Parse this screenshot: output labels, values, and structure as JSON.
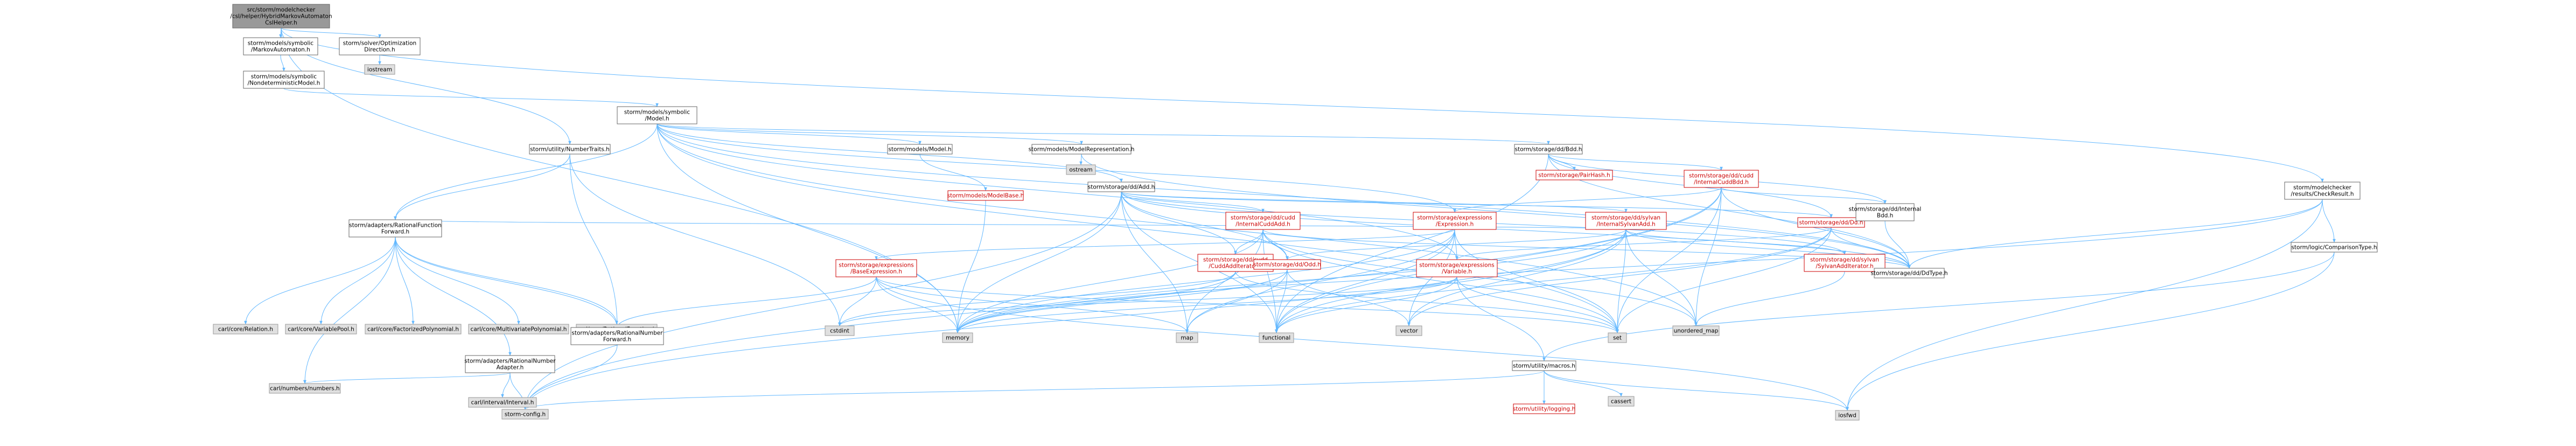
{
  "colors": {
    "root_fill": "#999999",
    "node_fill": "#ffffff",
    "node_border": "#666666",
    "external_fill": "#e0e0e0",
    "external_border": "#999999",
    "red_text": "#cc0000",
    "text": "#000000",
    "edge": "#63b8ff"
  },
  "nodes": [
    {
      "id": "root",
      "kind": "root",
      "lines": [
        "src/storm/modelchecker",
        "/csl/helper/HybridMarkovAutomaton",
        "CslHelper.h"
      ]
    },
    {
      "id": "symbolic_ma",
      "kind": "normal",
      "lines": [
        "storm/models/symbolic",
        "/MarkovAutomaton.h"
      ]
    },
    {
      "id": "opt_dir",
      "kind": "normal",
      "lines": [
        "storm/solver/Optimization",
        "Direction.h"
      ]
    },
    {
      "id": "ostream1",
      "kind": "external",
      "lines": [
        "iostream"
      ]
    },
    {
      "id": "nondet",
      "kind": "normal",
      "lines": [
        "storm/models/symbolic",
        "/NondeterministicModel.h"
      ]
    },
    {
      "id": "sym_model",
      "kind": "normal",
      "lines": [
        "storm/models/symbolic",
        "/Model.h"
      ]
    },
    {
      "id": "num_traits",
      "kind": "normal",
      "lines": [
        "storm/utility/NumberTraits.h"
      ]
    },
    {
      "id": "models_model",
      "kind": "normal",
      "lines": [
        "storm/models/Model.h"
      ]
    },
    {
      "id": "model_repr",
      "kind": "normal",
      "lines": [
        "storm/models/ModelRepresentation.h"
      ]
    },
    {
      "id": "ostream2",
      "kind": "external",
      "lines": [
        "ostream"
      ]
    },
    {
      "id": "dd_bdd",
      "kind": "normal",
      "lines": [
        "storm/storage/dd/Bdd.h"
      ]
    },
    {
      "id": "dd_add",
      "kind": "normal",
      "lines": [
        "storm/storage/dd/Add.h"
      ]
    },
    {
      "id": "check_result",
      "kind": "normal",
      "lines": [
        "storm/modelchecker",
        "/results/CheckResult.h"
      ]
    },
    {
      "id": "model_base",
      "kind": "red",
      "lines": [
        "storm/models/ModelBase.h"
      ]
    },
    {
      "id": "perm_hash",
      "kind": "red",
      "lines": [
        "storm/storage/PairHash.h"
      ]
    },
    {
      "id": "int_cudd_bdd",
      "kind": "red",
      "lines": [
        "storm/storage/dd/cudd",
        "/InternalCuddBdd.h"
      ]
    },
    {
      "id": "rat_fn_fwd",
      "kind": "normal",
      "lines": [
        "storm/adapters/RationalFunction",
        "Forward.h"
      ]
    },
    {
      "id": "int_cudd_add",
      "kind": "red",
      "lines": [
        "storm/storage/dd/cudd",
        "/InternalCuddAdd.h"
      ]
    },
    {
      "id": "expr",
      "kind": "red",
      "lines": [
        "storm/storage/expressions",
        "/Expression.h"
      ]
    },
    {
      "id": "int_sylvan_add",
      "kind": "red",
      "lines": [
        "storm/storage/dd/sylvan",
        "/InternalSylvanAdd.h"
      ]
    },
    {
      "id": "dd_dd",
      "kind": "red",
      "lines": [
        "storm/storage/dd/Dd.h"
      ]
    },
    {
      "id": "int_bdd",
      "kind": "normal",
      "lines": [
        "storm/storage/dd/Internal",
        "Bdd.h"
      ]
    },
    {
      "id": "cmp_type",
      "kind": "normal",
      "lines": [
        "storm/logic/ComparisonType.h"
      ]
    },
    {
      "id": "cudd_add_iter",
      "kind": "red",
      "lines": [
        "storm/storage/dd/cudd",
        "/CuddAddIterator.h"
      ]
    },
    {
      "id": "base_expr",
      "kind": "red",
      "lines": [
        "storm/storage/expressions",
        "/BaseExpression.h"
      ]
    },
    {
      "id": "dd_odd",
      "kind": "red",
      "lines": [
        "storm/storage/dd/Odd.h"
      ]
    },
    {
      "id": "variable",
      "kind": "red",
      "lines": [
        "storm/storage/expressions",
        "/Variable.h"
      ]
    },
    {
      "id": "sylvan_add_iter",
      "kind": "red",
      "lines": [
        "storm/storage/dd/sylvan",
        "/SylvanAddIterator.h"
      ]
    },
    {
      "id": "dd_type",
      "kind": "normal",
      "lines": [
        "storm/storage/dd/DdType.h"
      ]
    },
    {
      "id": "carl_relation",
      "kind": "external",
      "lines": [
        "carl/core/Relation.h"
      ]
    },
    {
      "id": "carl_varpool",
      "kind": "external",
      "lines": [
        "carl/core/VariablePool.h"
      ]
    },
    {
      "id": "carl_factpoly",
      "kind": "external",
      "lines": [
        "carl/core/FactorizedPolynomial.h"
      ]
    },
    {
      "id": "carl_multipoly",
      "kind": "external",
      "lines": [
        "carl/core/MultivariatePolynomial.h"
      ]
    },
    {
      "id": "carl_ratfn",
      "kind": "external",
      "lines": [
        "carl/core/RationalFunction.h"
      ]
    },
    {
      "id": "rat_num_adapter",
      "kind": "normal",
      "lines": [
        "storm/adapters/RationalNumber",
        "Adapter.h"
      ]
    },
    {
      "id": "rat_num_fwd",
      "kind": "normal",
      "lines": [
        "storm/adapters/RationalNumber",
        "Forward.h"
      ]
    },
    {
      "id": "cstdint",
      "kind": "external",
      "lines": [
        "cstdint"
      ]
    },
    {
      "id": "memory",
      "kind": "external",
      "lines": [
        "memory"
      ]
    },
    {
      "id": "map",
      "kind": "external",
      "lines": [
        "map"
      ]
    },
    {
      "id": "functional",
      "kind": "external",
      "lines": [
        "functional"
      ]
    },
    {
      "id": "vector",
      "kind": "external",
      "lines": [
        "vector"
      ]
    },
    {
      "id": "set",
      "kind": "external",
      "lines": [
        "set"
      ]
    },
    {
      "id": "unordered_map",
      "kind": "external",
      "lines": [
        "unordered_map"
      ]
    },
    {
      "id": "macros",
      "kind": "normal",
      "lines": [
        "storm/utility/macros.h"
      ]
    },
    {
      "id": "carl_numbers",
      "kind": "external",
      "lines": [
        "carl/numbers/numbers.h"
      ]
    },
    {
      "id": "carl_interval",
      "kind": "external",
      "lines": [
        "carl/interval/Interval.h"
      ]
    },
    {
      "id": "storm_config",
      "kind": "external",
      "lines": [
        "storm-config.h"
      ]
    },
    {
      "id": "logging",
      "kind": "red",
      "lines": [
        "storm/utility/logging.h"
      ]
    },
    {
      "id": "cassert",
      "kind": "external",
      "lines": [
        "cassert"
      ]
    },
    {
      "id": "iosfwd",
      "kind": "external",
      "lines": [
        "iosfwd"
      ]
    }
  ],
  "edges": [
    [
      "root",
      "symbolic_ma"
    ],
    [
      "root",
      "opt_dir"
    ],
    [
      "root",
      "num_traits"
    ],
    [
      "root",
      "check_result"
    ],
    [
      "root",
      "memory"
    ],
    [
      "symbolic_ma",
      "nondet"
    ],
    [
      "opt_dir",
      "ostream1"
    ],
    [
      "nondet",
      "sym_model"
    ],
    [
      "sym_model",
      "models_model"
    ],
    [
      "sym_model",
      "model_repr"
    ],
    [
      "sym_model",
      "dd_bdd"
    ],
    [
      "sym_model",
      "dd_add"
    ],
    [
      "sym_model",
      "rat_fn_fwd"
    ],
    [
      "sym_model",
      "expr"
    ],
    [
      "sym_model",
      "variable"
    ],
    [
      "sym_model",
      "memory"
    ],
    [
      "sym_model",
      "set"
    ],
    [
      "sym_model",
      "unordered_map"
    ],
    [
      "sym_model",
      "dd_type"
    ],
    [
      "models_model",
      "model_base"
    ],
    [
      "model_base",
      "memory"
    ],
    [
      "model_repr",
      "ostream2"
    ],
    [
      "model_repr",
      "dd_type"
    ],
    [
      "dd_bdd",
      "perm_hash"
    ],
    [
      "dd_bdd",
      "int_cudd_bdd"
    ],
    [
      "dd_bdd",
      "dd_dd"
    ],
    [
      "dd_bdd",
      "int_bdd"
    ],
    [
      "dd_bdd",
      "dd_type"
    ],
    [
      "dd_bdd",
      "functional"
    ],
    [
      "int_cudd_bdd",
      "int_bdd"
    ],
    [
      "int_cudd_bdd",
      "dd_type"
    ],
    [
      "int_cudd_bdd",
      "expr"
    ],
    [
      "int_cudd_bdd",
      "unordered_map"
    ],
    [
      "int_cudd_bdd",
      "set"
    ],
    [
      "int_cudd_bdd",
      "functional"
    ],
    [
      "int_cudd_bdd",
      "storm_config"
    ],
    [
      "int_bdd",
      "dd_type"
    ],
    [
      "dd_add",
      "int_cudd_add"
    ],
    [
      "dd_add",
      "int_sylvan_add"
    ],
    [
      "dd_add",
      "dd_dd"
    ],
    [
      "dd_add",
      "dd_odd"
    ],
    [
      "dd_add",
      "cudd_add_iter"
    ],
    [
      "dd_add",
      "sylvan_add_iter"
    ],
    [
      "dd_add",
      "dd_type"
    ],
    [
      "dd_add",
      "map"
    ],
    [
      "dd_add",
      "functional"
    ],
    [
      "dd_add",
      "memory"
    ],
    [
      "dd_add",
      "storm_config"
    ],
    [
      "int_cudd_add",
      "dd_odd"
    ],
    [
      "int_cudd_add",
      "cudd_add_iter"
    ],
    [
      "int_cudd_add",
      "memory"
    ],
    [
      "int_cudd_add",
      "map"
    ],
    [
      "int_cudd_add",
      "set"
    ],
    [
      "int_cudd_add",
      "unordered_map"
    ],
    [
      "int_cudd_add",
      "functional"
    ],
    [
      "int_cudd_add",
      "dd_type"
    ],
    [
      "int_sylvan_add",
      "dd_odd"
    ],
    [
      "int_sylvan_add",
      "sylvan_add_iter"
    ],
    [
      "int_sylvan_add",
      "rat_fn_fwd"
    ],
    [
      "int_sylvan_add",
      "memory"
    ],
    [
      "int_sylvan_add",
      "set"
    ],
    [
      "int_sylvan_add",
      "unordered_map"
    ],
    [
      "int_sylvan_add",
      "functional"
    ],
    [
      "int_sylvan_add",
      "vector"
    ],
    [
      "int_sylvan_add",
      "storm_config"
    ],
    [
      "int_sylvan_add",
      "dd_type"
    ],
    [
      "dd_dd",
      "dd_type"
    ],
    [
      "dd_dd",
      "variable"
    ],
    [
      "dd_dd",
      "set"
    ],
    [
      "dd_dd",
      "vector"
    ],
    [
      "dd_dd",
      "functional"
    ],
    [
      "expr",
      "base_expr"
    ],
    [
      "expr",
      "variable"
    ],
    [
      "expr",
      "memory"
    ],
    [
      "expr",
      "map"
    ],
    [
      "expr",
      "functional"
    ],
    [
      "expr",
      "vector"
    ],
    [
      "expr",
      "set"
    ],
    [
      "base_expr",
      "memory"
    ],
    [
      "base_expr",
      "set"
    ],
    [
      "base_expr",
      "map"
    ],
    [
      "base_expr",
      "cstdint"
    ],
    [
      "base_expr",
      "iosfwd"
    ],
    [
      "base_expr",
      "rat_num_fwd"
    ],
    [
      "variable",
      "memory"
    ],
    [
      "variable",
      "cstdint"
    ],
    [
      "variable",
      "functional"
    ],
    [
      "variable",
      "set"
    ],
    [
      "variable",
      "macros"
    ],
    [
      "dd_odd",
      "memory"
    ],
    [
      "dd_odd",
      "map"
    ],
    [
      "dd_odd",
      "vector"
    ],
    [
      "dd_odd",
      "functional"
    ],
    [
      "cudd_add_iter",
      "memory"
    ],
    [
      "cudd_add_iter",
      "cstdint"
    ],
    [
      "cudd_add_iter",
      "set"
    ],
    [
      "sylvan_add_iter",
      "unordered_map"
    ],
    [
      "sylvan_add_iter",
      "dd_type"
    ],
    [
      "check_result",
      "cmp_type"
    ],
    [
      "check_result",
      "memory"
    ],
    [
      "check_result",
      "iosfwd"
    ],
    [
      "check_result",
      "dd_type"
    ],
    [
      "cmp_type",
      "macros"
    ],
    [
      "cmp_type",
      "iosfwd"
    ],
    [
      "num_traits",
      "rat_fn_fwd"
    ],
    [
      "num_traits",
      "rat_num_fwd"
    ],
    [
      "num_traits",
      "cstdint"
    ],
    [
      "rat_fn_fwd",
      "carl_relation"
    ],
    [
      "rat_fn_fwd",
      "carl_varpool"
    ],
    [
      "rat_fn_fwd",
      "carl_factpoly"
    ],
    [
      "rat_fn_fwd",
      "carl_multipoly"
    ],
    [
      "rat_fn_fwd",
      "carl_ratfn"
    ],
    [
      "rat_fn_fwd",
      "rat_num_adapter"
    ],
    [
      "rat_fn_fwd",
      "rat_num_fwd"
    ],
    [
      "rat_fn_fwd",
      "carl_numbers"
    ],
    [
      "rat_num_adapter",
      "carl_numbers"
    ],
    [
      "rat_num_adapter",
      "carl_interval"
    ],
    [
      "rat_num_adapter",
      "storm_config"
    ],
    [
      "rat_num_fwd",
      "storm_config"
    ],
    [
      "macros",
      "logging"
    ],
    [
      "macros",
      "cassert"
    ],
    [
      "macros",
      "storm_config"
    ],
    [
      "macros",
      "iosfwd"
    ]
  ]
}
